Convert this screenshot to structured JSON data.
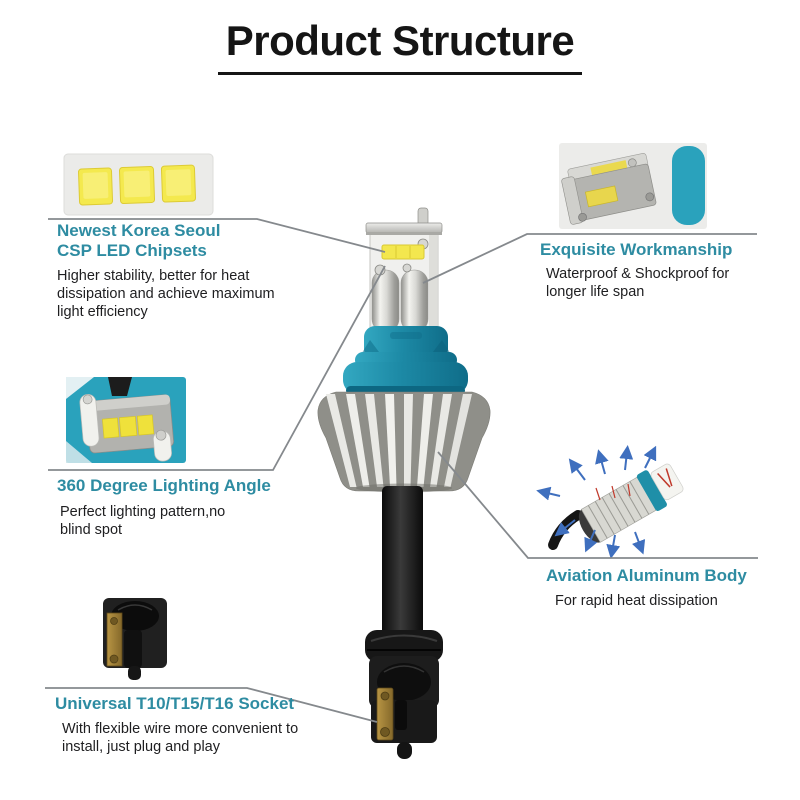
{
  "page": {
    "title": "Product Structure"
  },
  "colors": {
    "title_text": "#151515",
    "heading_teal": "#2e8ca2",
    "body_text": "#1e1e20",
    "leader_gray": "#85898d",
    "product_teal": "#1f8fa8",
    "photo_teal": "#2aa2bc",
    "chip_yellow": "#f3e74e",
    "aluminum_silver": "#c9c9c3",
    "socket_black": "#1a1a1a",
    "brass_gold": "#a5853c",
    "arrow_blue": "#3f6fbe"
  },
  "sections": {
    "chipsets": {
      "heading_line1": "Newest Korea Seoul",
      "heading_line2": "CSP LED Chipsets",
      "body": "Higher stability, better for heat dissipation and achieve maximum light efficiency"
    },
    "workmanship": {
      "heading": "Exquisite Workmanship",
      "body": "Waterproof & Shockproof for longer life span"
    },
    "lighting": {
      "heading": "360 Degree Lighting Angle",
      "body": "Perfect lighting pattern,no blind spot"
    },
    "aluminum": {
      "heading": "Aviation Aluminum Body",
      "body": "For rapid heat dissipation"
    },
    "socket": {
      "heading": "Universal T10/T15/T16 Socket",
      "body": "With flexible wire more convenient to install, just plug and play"
    }
  }
}
